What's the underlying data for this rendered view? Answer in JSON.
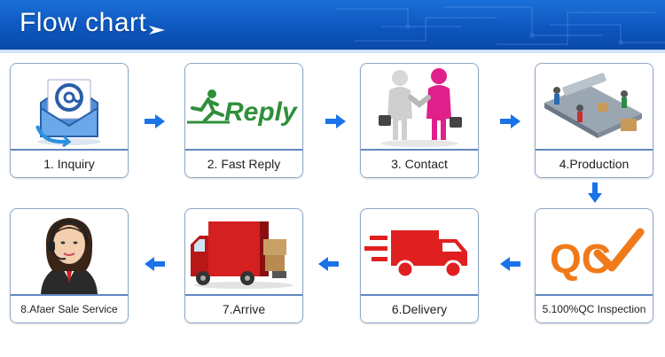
{
  "header": {
    "title": "Flow chart"
  },
  "steps": [
    {
      "label": "1. Inquiry",
      "icon": "email-at-icon"
    },
    {
      "label": "2. Fast Reply",
      "icon": "reply-logo-icon",
      "logo_text": "Reply"
    },
    {
      "label": "3. Contact",
      "icon": "handshake-icon"
    },
    {
      "label": "4.Production",
      "icon": "conveyor-icon"
    },
    {
      "label": "5.100%QC Inspection",
      "icon": "qc-check-icon",
      "logo_text": "QC"
    },
    {
      "label": "6.Delivery",
      "icon": "fast-truck-icon"
    },
    {
      "label": "7.Arrive",
      "icon": "red-truck-icon"
    },
    {
      "label": "8.Afaer Sale Service",
      "icon": "headset-agent-icon"
    }
  ],
  "colors": {
    "banner": "#0d57c0",
    "arrow": "#1a73e8",
    "card_border": "#8fa8c8",
    "qc_orange": "#f07a1a",
    "truck_red": "#e02020",
    "reply_green": "#2f8f3a"
  }
}
